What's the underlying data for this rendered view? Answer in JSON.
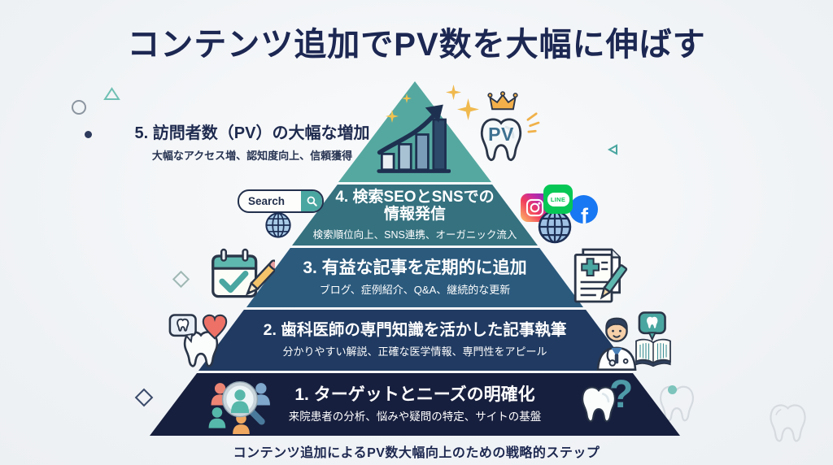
{
  "page": {
    "title": "コンテンツ追加でPV数を大幅に伸ばす",
    "footer": "コンテンツ追加によるPV数大幅向上のための戦略的ステップ"
  },
  "pyramid": {
    "level5": {
      "heading": "5. 訪問者数（PV）の大幅な増加",
      "subtitle": "大幅なアクセス増、認知度向上、信頼獲得"
    },
    "level4": {
      "heading": "4. 検索SEOとSNSでの情報発信",
      "subtitle": "検索順位向上、SNS連携、オーガニック流入"
    },
    "level3": {
      "heading": "3. 有益な記事を定期的に追加",
      "subtitle": "ブログ、症例紹介、Q&A、継続的な更新"
    },
    "level2": {
      "heading": "2. 歯科医師の専門知識を活かした記事執筆",
      "subtitle": "分かりやすい解説、正確な医学情報、専門性をアピール"
    },
    "level1": {
      "heading": "1. ターゲットとニーズの明確化",
      "subtitle": "来院患者の分析、悩みや疑問の特定、サイトの基盤"
    }
  },
  "labels": {
    "search": "Search",
    "pv": "PV",
    "line": "LINE",
    "facebook": "f",
    "question": "?"
  },
  "colors": {
    "background": "#f0f2f5",
    "title_text": "#1c2752",
    "apex_teal": "#55a8a0",
    "level4_teal": "#35717f",
    "level3_blue": "#2b5a7d",
    "level2_navy": "#203a61",
    "level1_navy": "#171f3e",
    "accent_gold": "#f2b14a",
    "heart_red": "#ed7166",
    "line_green": "#06c755",
    "facebook_blue": "#1877f2",
    "instagram_gradient": "#f23e5c"
  }
}
